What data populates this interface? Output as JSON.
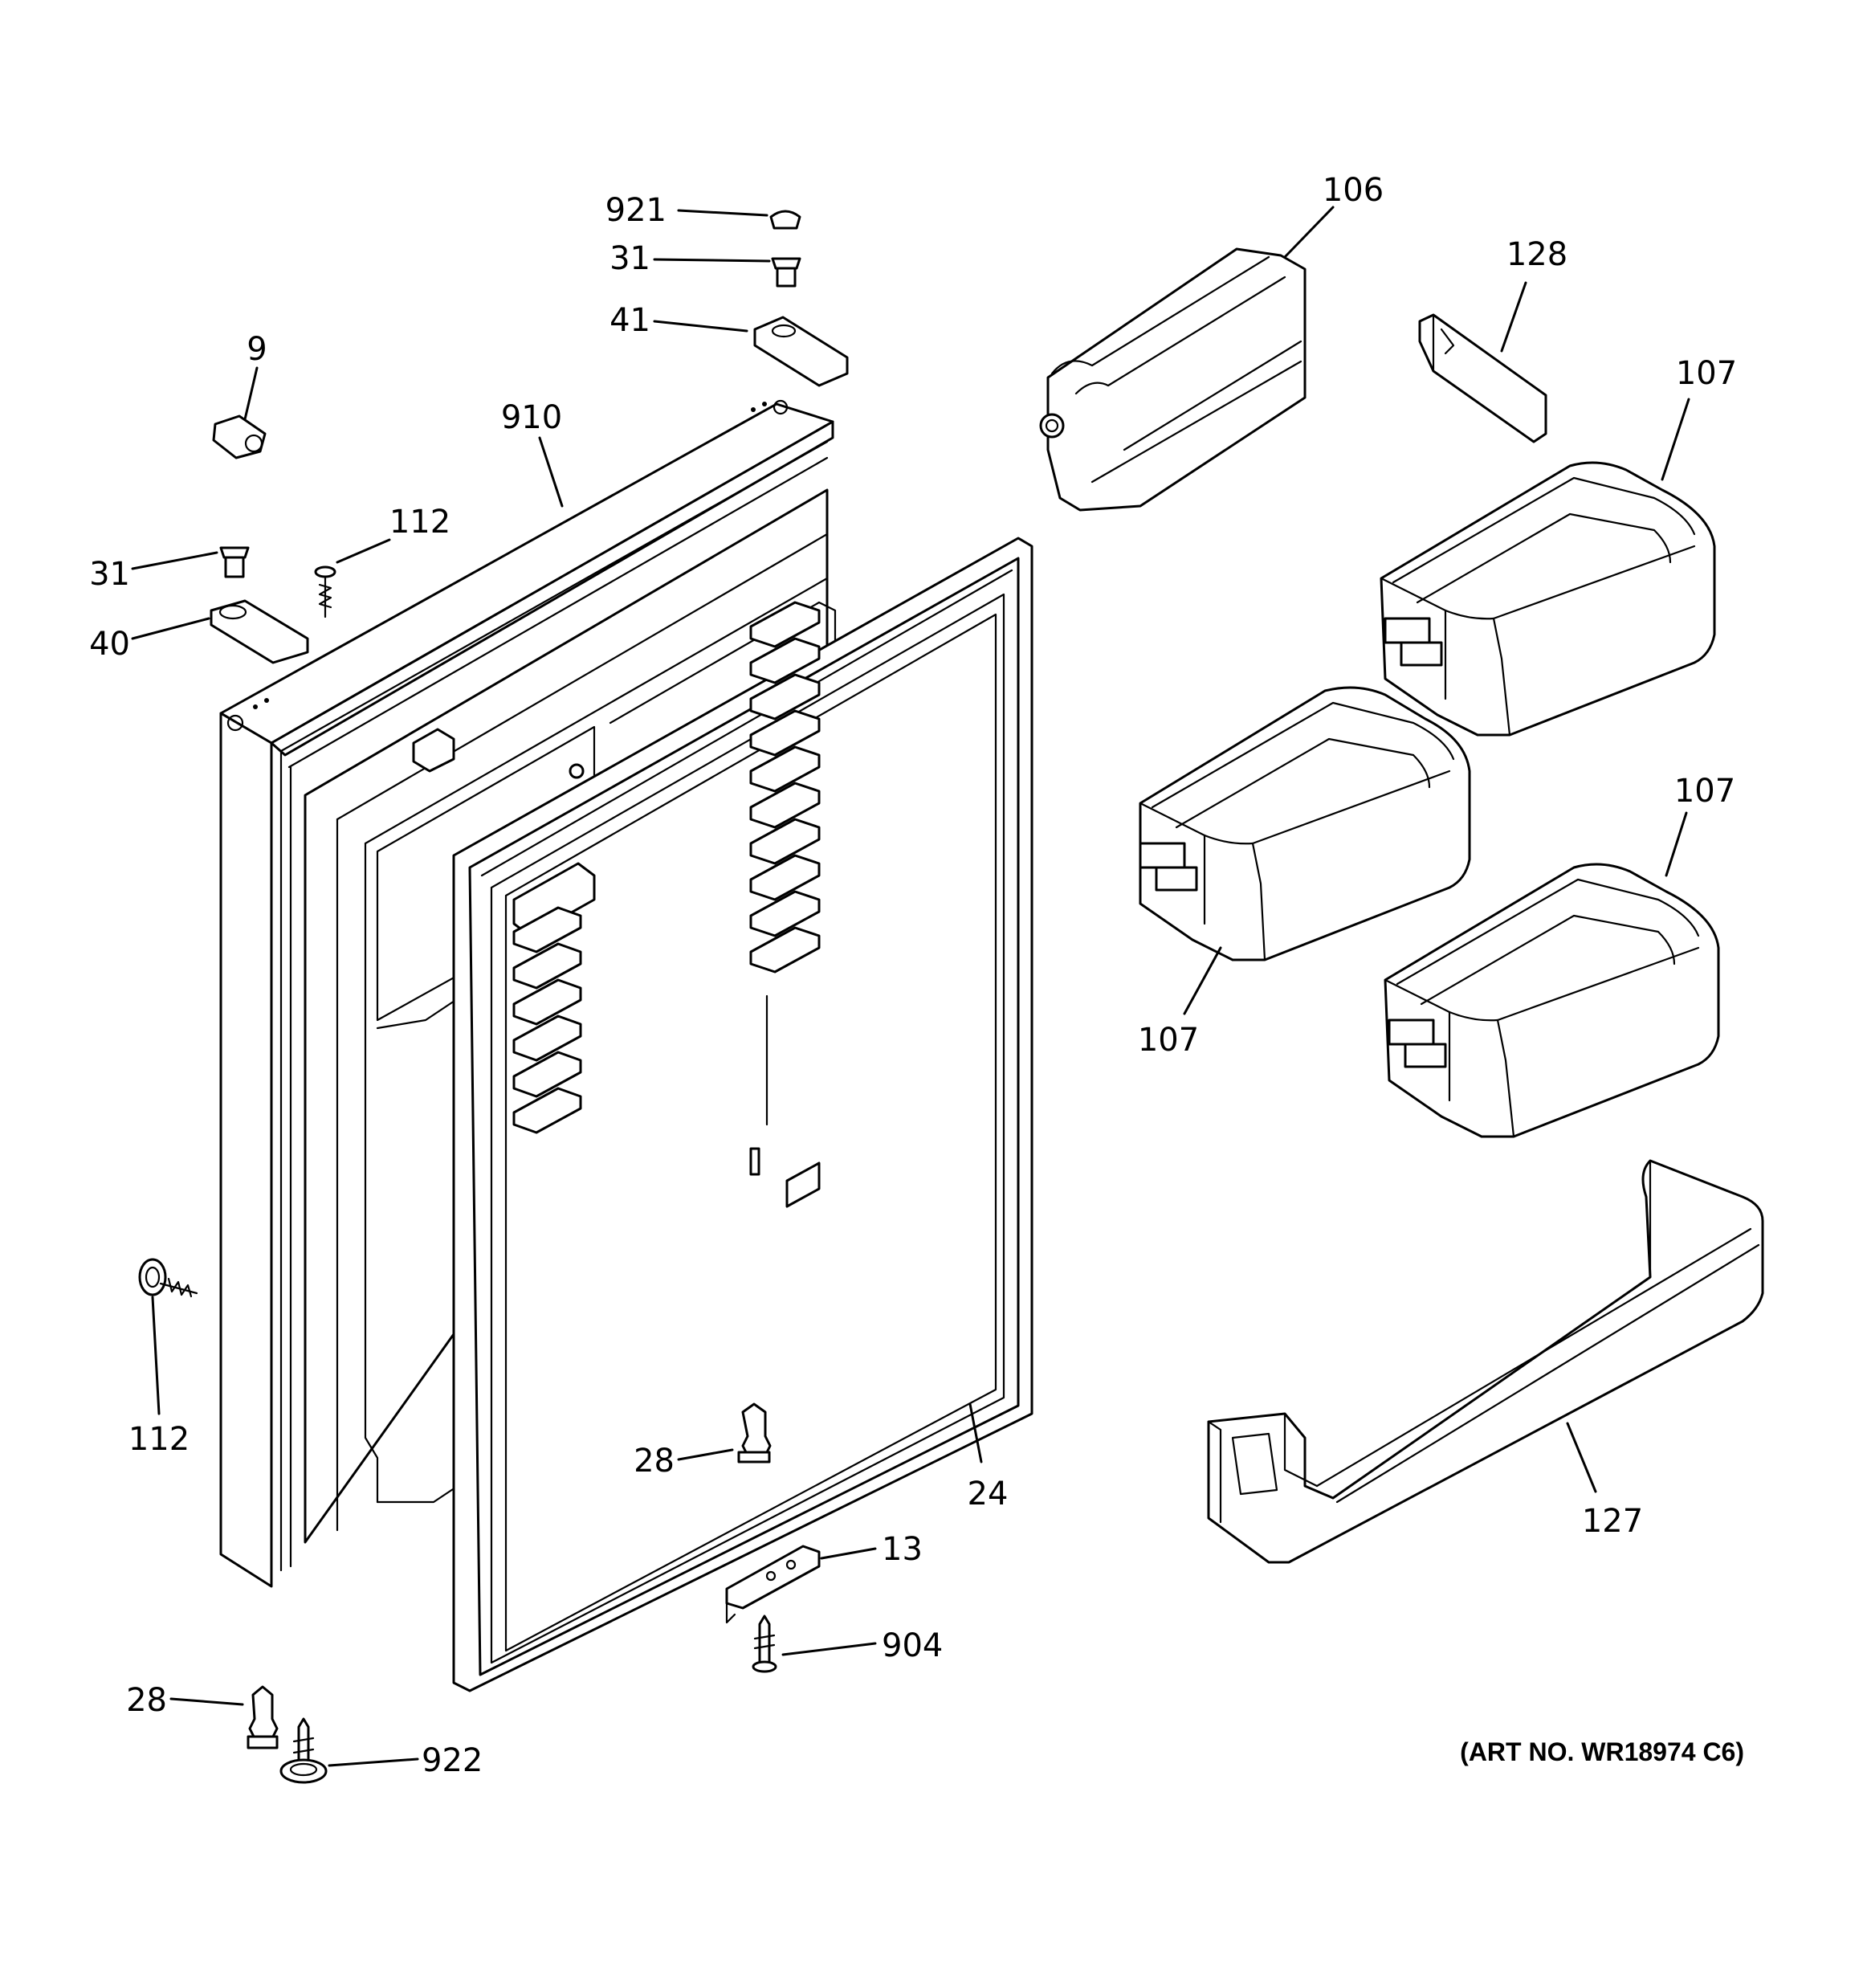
{
  "diagram": {
    "art_number": "(ART NO. WR18974 C6)",
    "callouts": {
      "c921": "921",
      "c31a": "31",
      "c41": "41",
      "c9": "9",
      "c910": "910",
      "c112a": "112",
      "c31b": "31",
      "c40": "40",
      "c106": "106",
      "c128": "128",
      "c107a": "107",
      "c107b": "107",
      "c107c": "107",
      "c112b": "112",
      "c28a": "28",
      "c24": "24",
      "c127": "127",
      "c13": "13",
      "c904": "904",
      "c28b": "28",
      "c922": "922"
    }
  }
}
